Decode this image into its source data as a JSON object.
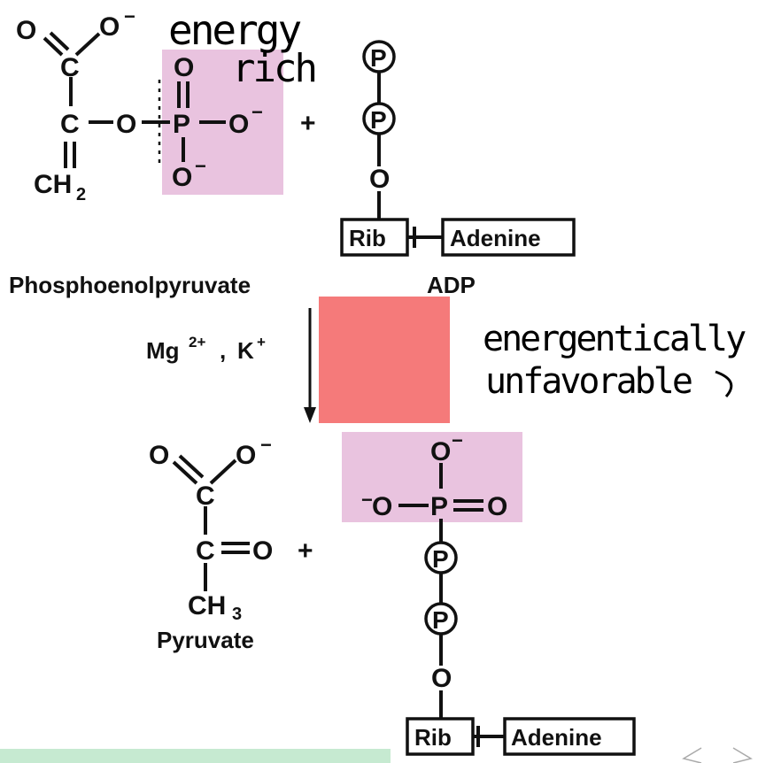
{
  "colors": {
    "phosphate_box": "#e9c3df",
    "red_overlay": "#f57a7a",
    "green_bar": "#c6ead1",
    "ink": "#111111"
  },
  "top": {
    "pep_atoms": {
      "o_left": "O",
      "o_minus": "O",
      "minus": "−",
      "c1": "C",
      "c2": "C",
      "o_link": "O",
      "p": "P",
      "o_top": "O",
      "o_right": "O",
      "o_bottom": "O",
      "ch2": "CH",
      "ch2_sub": "2"
    },
    "plus": "+",
    "adp_atoms": {
      "p1": "P",
      "p2": "P",
      "o": "O",
      "rib": "Rib",
      "adenine": "Adenine"
    },
    "pep_label": "Phosphoenolpyruvate",
    "adp_label": "ADP",
    "annotation_line1": "energy",
    "annotation_line2": "rich"
  },
  "middle": {
    "conditions_mg": "Mg",
    "conditions_mg_sup": "2+",
    "conditions_sep": ",",
    "conditions_k": "K",
    "conditions_k_sup": "+",
    "annotation_line1": "energentically",
    "annotation_line2": "unfavorable"
  },
  "bottom": {
    "pyruvate_atoms": {
      "o_left": "O",
      "o_minus": "O",
      "minus": "−",
      "c1": "C",
      "c2": "C",
      "o_double": "O",
      "ch3": "CH",
      "ch3_sub": "3"
    },
    "plus": "+",
    "pyruvate_label": "Pyruvate",
    "atp_atoms": {
      "o_top": "O",
      "o_left": "O",
      "p_central": "P",
      "o_right": "O",
      "p1": "P",
      "p2": "P",
      "o": "O",
      "rib": "Rib",
      "adenine": "Adenine"
    }
  }
}
